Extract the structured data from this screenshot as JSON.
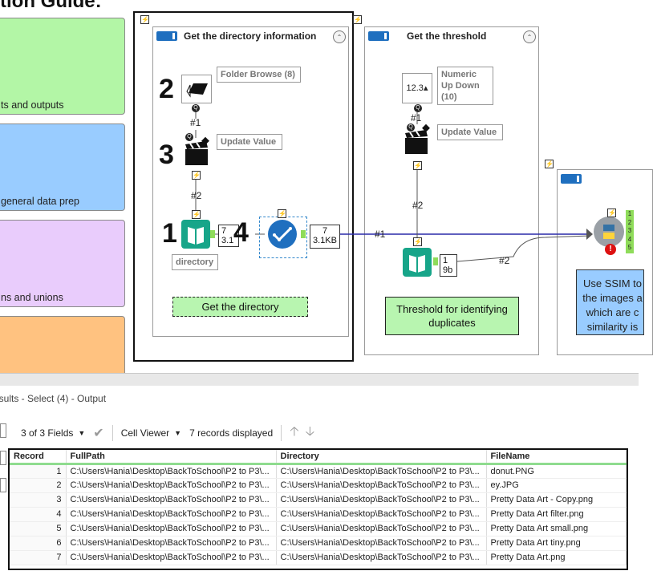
{
  "guide": {
    "title": "tion Guide:"
  },
  "legend": [
    {
      "label": "ts and outputs",
      "color": "#b3f6a6"
    },
    {
      "label": "general data prep",
      "color": "#99ccff"
    },
    {
      "label": "ns and unions",
      "color": "#e9ccfc"
    },
    {
      "label": "",
      "color": "#ffc280"
    }
  ],
  "containers": {
    "directory": {
      "title": "Get the directory information",
      "collapse": "⌃"
    },
    "threshold": {
      "title": "Get the threshold",
      "collapse": "⌃"
    }
  },
  "tools": {
    "folder_browse": {
      "label": "Folder Browse (8)",
      "number": "2"
    },
    "update_value_1": {
      "label": "Update Value",
      "number": "3"
    },
    "directory": {
      "label": "directory",
      "number": "1"
    },
    "select": {
      "number": "4",
      "stats": [
        "7",
        "3.1KB"
      ]
    },
    "dir_stats": [
      "7",
      "3.1"
    ],
    "numeric_updown": {
      "label": "Numeric Up Down (10)",
      "value": "12.3"
    },
    "update_value_2": {
      "label": "Update Value"
    },
    "threshold_stats": [
      "1",
      "9b"
    ]
  },
  "connections": {
    "c1": "#1",
    "c2": "#2",
    "c3": "#1",
    "c4": "#2",
    "c5": "#1",
    "c6": "#2"
  },
  "comments": {
    "get_directory": "Get the directory",
    "threshold": "Threshold for identifying duplicates",
    "ssim": "Use SSIM to the images a which are c similarity is"
  },
  "results": {
    "title": "esults - Select (4) - Output",
    "fields": "3 of 3 Fields",
    "viewer": "Cell Viewer",
    "records": "7 records displayed",
    "columns": [
      "Record",
      "FullPath",
      "Directory",
      "FileName"
    ],
    "rows": [
      [
        "1",
        "C:\\Users\\Hania\\Desktop\\BackToSchool\\P2 to P3\\...",
        "C:\\Users\\Hania\\Desktop\\BackToSchool\\P2 to P3\\...",
        "donut.PNG"
      ],
      [
        "2",
        "C:\\Users\\Hania\\Desktop\\BackToSchool\\P2 to P3\\...",
        "C:\\Users\\Hania\\Desktop\\BackToSchool\\P2 to P3\\...",
        "ey.JPG"
      ],
      [
        "3",
        "C:\\Users\\Hania\\Desktop\\BackToSchool\\P2 to P3\\...",
        "C:\\Users\\Hania\\Desktop\\BackToSchool\\P2 to P3\\...",
        "Pretty Data Art - Copy.png"
      ],
      [
        "4",
        "C:\\Users\\Hania\\Desktop\\BackToSchool\\P2 to P3\\...",
        "C:\\Users\\Hania\\Desktop\\BackToSchool\\P2 to P3\\...",
        "Pretty Data Art filter.png"
      ],
      [
        "5",
        "C:\\Users\\Hania\\Desktop\\BackToSchool\\P2 to P3\\...",
        "C:\\Users\\Hania\\Desktop\\BackToSchool\\P2 to P3\\...",
        "Pretty Data Art small.png"
      ],
      [
        "6",
        "C:\\Users\\Hania\\Desktop\\BackToSchool\\P2 to P3\\...",
        "C:\\Users\\Hania\\Desktop\\BackToSchool\\P2 to P3\\...",
        "Pretty Data Art tiny.png"
      ],
      [
        "7",
        "C:\\Users\\Hania\\Desktop\\BackToSchool\\P2 to P3\\...",
        "C:\\Users\\Hania\\Desktop\\BackToSchool\\P2 to P3\\...",
        "Pretty Data Art.png"
      ]
    ]
  },
  "icons": [
    "lightning-icon",
    "folder-browse-icon",
    "clapperboard-icon",
    "book-input-icon",
    "select-check-icon",
    "python-icon",
    "error-icon",
    "checkmark-icon",
    "arrow-up-icon",
    "arrow-down-icon"
  ]
}
